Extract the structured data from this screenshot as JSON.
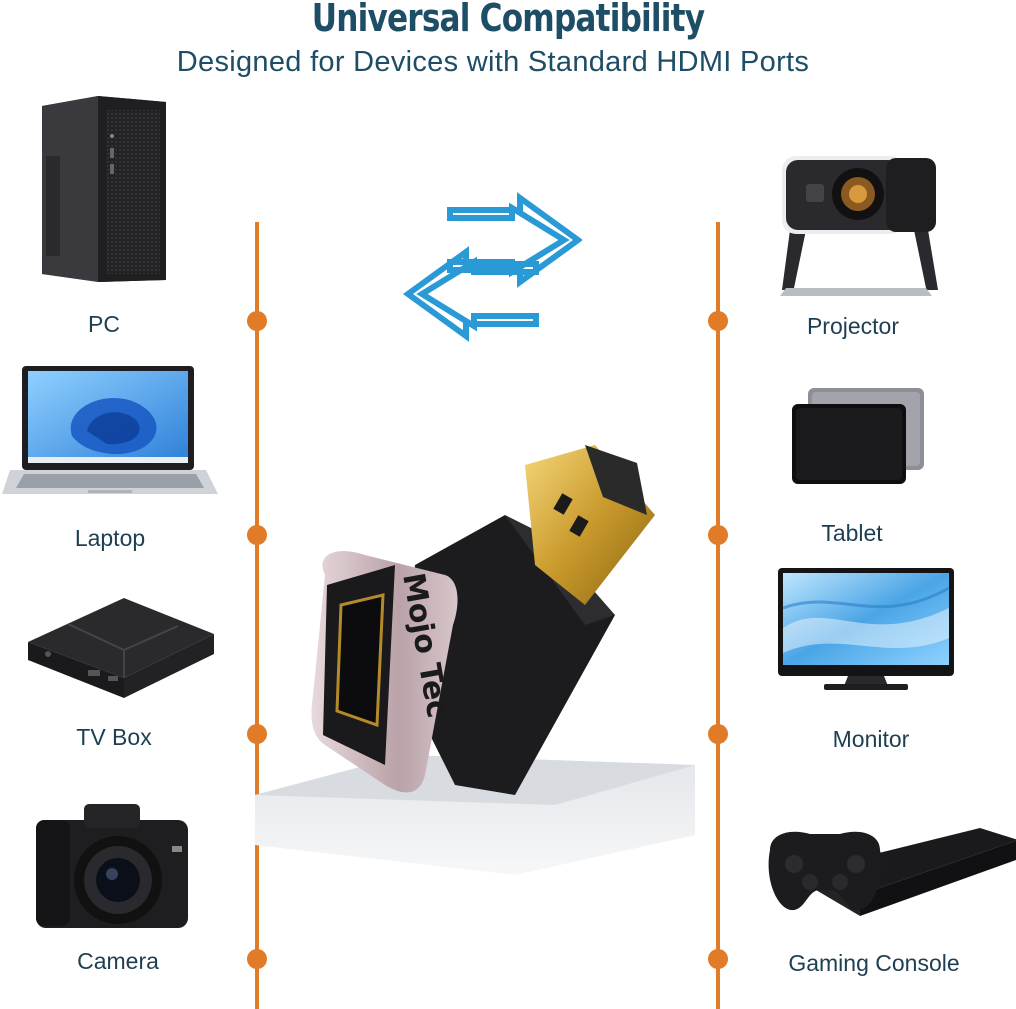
{
  "header": {
    "title": "Universal Compatibility",
    "subtitle": "Designed for Devices with Standard HDMI Ports"
  },
  "devices_left": [
    {
      "label": "PC",
      "icon": "pc-tower-icon"
    },
    {
      "label": "Laptop",
      "icon": "laptop-icon"
    },
    {
      "label": "TV Box",
      "icon": "tv-box-icon"
    },
    {
      "label": "Camera",
      "icon": "camera-icon"
    }
  ],
  "devices_right": [
    {
      "label": "Projector",
      "icon": "projector-icon"
    },
    {
      "label": "Tablet",
      "icon": "tablet-icon"
    },
    {
      "label": "Monitor",
      "icon": "monitor-icon"
    },
    {
      "label": "Gaming Console",
      "icon": "gaming-console-icon"
    }
  ],
  "product": {
    "brand_text": "Mojo Tec",
    "icon": "hdmi-adapter-image"
  },
  "colors": {
    "heading": "#1e4d66",
    "timeline": "#e07b28",
    "arrows": "#2a9ad6"
  }
}
